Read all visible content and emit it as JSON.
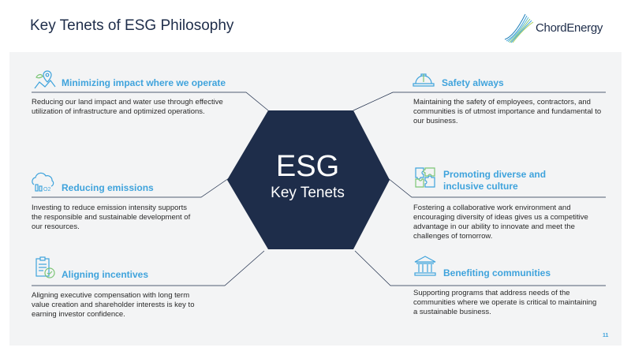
{
  "slide": {
    "title": "Key Tenets of ESG Philosophy",
    "page_number": "11"
  },
  "logo": {
    "text": "ChordEnergy",
    "icon": "chord-swoosh-icon"
  },
  "center": {
    "line1": "ESG",
    "line2": "Key Tenets"
  },
  "tenets": {
    "impact": {
      "heading": "Minimizing impact where we operate",
      "body": "Reducing our land impact and water use through effective utilization of infrastructure and optimized operations.",
      "icon": "map-pin-leaf-icon"
    },
    "emissions": {
      "heading": "Reducing emissions",
      "body": "Investing to reduce emission intensity supports the responsible and sustainable development of our resources.",
      "icon": "cloud-co2-icon"
    },
    "incentives": {
      "heading": "Aligning incentives",
      "body": "Aligning executive compensation with long term value creation and shareholder interests is key to earning investor confidence.",
      "icon": "clipboard-check-icon"
    },
    "safety": {
      "heading": "Safety always",
      "body": "Maintaining the safety of employees, contractors, and communities is of utmost importance and fundamental to our business.",
      "icon": "hard-hat-icon"
    },
    "diversity": {
      "heading1": "Promoting diverse and",
      "heading2": "inclusive culture",
      "body": "Fostering a collaborative work environment and encouraging diversity of ideas gives us a competitive advantage in our ability to innovate and meet the challenges of tomorrow.",
      "icon": "puzzle-pieces-icon"
    },
    "communities": {
      "heading": "Benefiting communities",
      "body": "Supporting programs that address needs of the communities where we operate is critical to maintaining a sustainable business.",
      "icon": "community-building-icon"
    }
  },
  "colors": {
    "navy": "#1e2d4a",
    "accent": "#3fa3dc",
    "panel": "#f3f4f5"
  }
}
